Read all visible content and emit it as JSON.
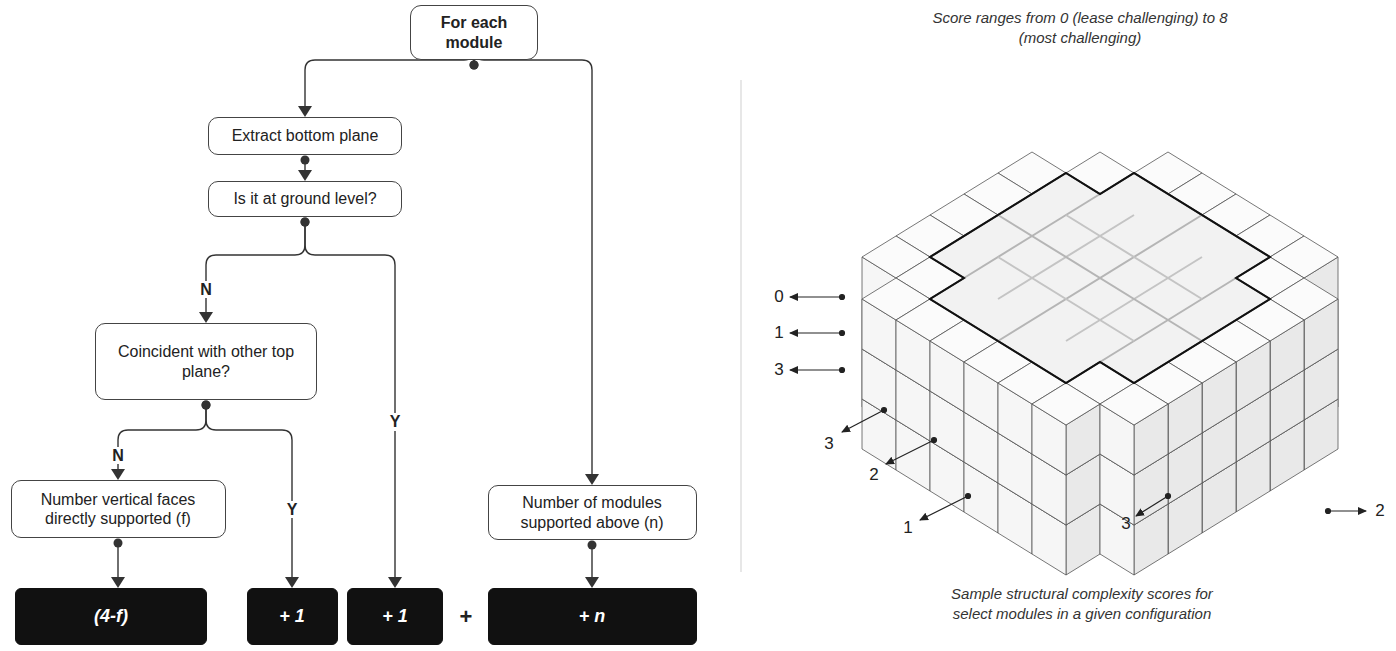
{
  "diagram": {
    "caption": "Sample structural complexity scores for select modules in a given configuration",
    "nodes": [
      {
        "text": [
          "For each module"
        ]
      },
      {
        "text": [
          "Extract bottom plane"
        ]
      },
      {
        "text": [
          "Is it at ground level?"
        ]
      },
      {
        "text": [
          "Coincident with other top plane?"
        ]
      },
      {
        "text": [
          "Number vertical faces directly supported (f)"
        ]
      },
      {
        "text": [
          "Number of modules supported above (n)"
        ]
      },
      {
        "text": [
          "(4-f)"
        ]
      },
      {
        "text": [
          "+ 1"
        ]
      },
      {
        "text": [
          "+ 1"
        ]
      },
      {
        "text": [
          "+ n"
        ]
      }
    ],
    "edges": [
      {
        "from": 0,
        "to": 1,
        "arrow": "to"
      },
      {
        "from": 0,
        "to": 5,
        "arrow": "to"
      },
      {
        "from": 1,
        "to": 2,
        "arrow": "to"
      },
      {
        "from": 2,
        "to": 3,
        "label": "N",
        "arrow": "to"
      },
      {
        "from": 2,
        "to": 8,
        "label": "Y",
        "arrow": "to"
      },
      {
        "from": 3,
        "to": 4,
        "label": "N",
        "arrow": "to"
      },
      {
        "from": 3,
        "to": 7,
        "label": "Y",
        "arrow": "to"
      },
      {
        "from": 4,
        "to": 6,
        "arrow": "to"
      },
      {
        "from": 5,
        "to": 9,
        "arrow": "to"
      }
    ],
    "labels": [
      "+",
      "Score ranges from 0 (lease challenging) to 8 (most challenging)",
      "0",
      "1",
      "3",
      "3",
      "2",
      "1",
      "3",
      "2"
    ]
  }
}
